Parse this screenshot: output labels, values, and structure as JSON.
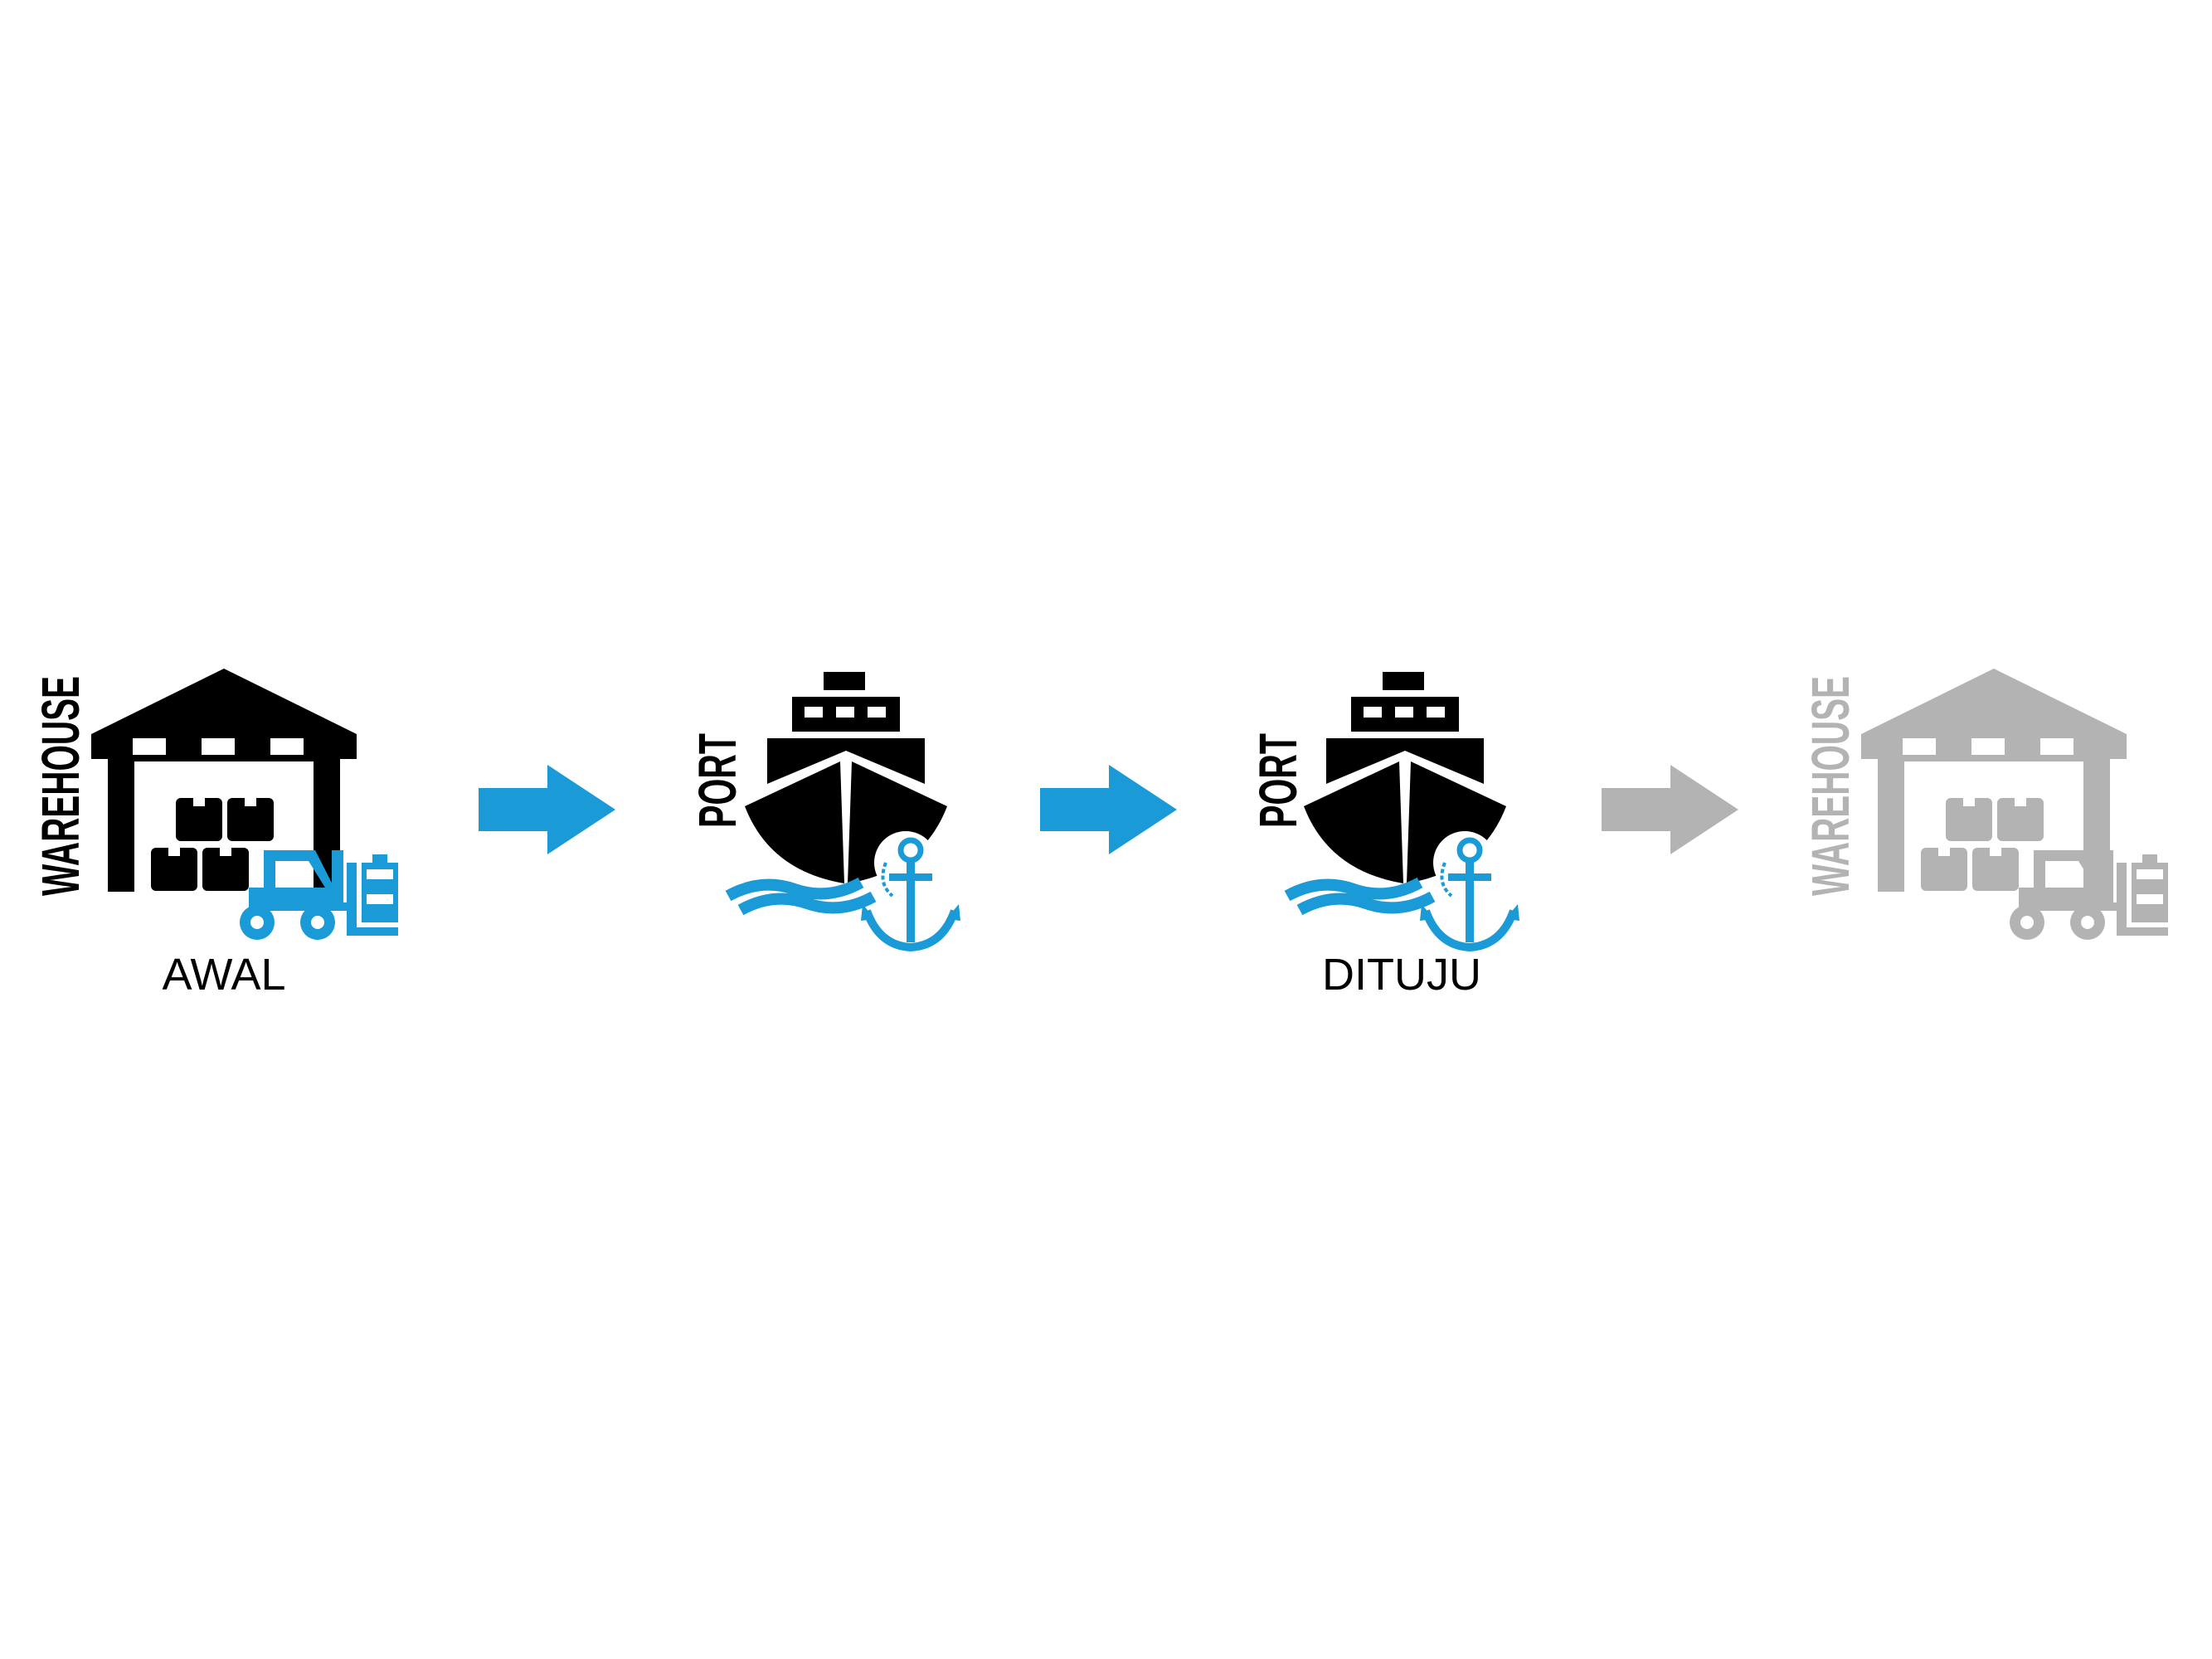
{
  "colors": {
    "dark": "#000000",
    "accent": "#1a9ad6",
    "muted": "#b3b3b3",
    "background": "#ffffff"
  },
  "nodes": [
    {
      "type": "warehouse",
      "vertical_label": "WAREHOUSE",
      "caption": "AWAL",
      "icon": "warehouse-forklift-icon",
      "state": "active"
    },
    {
      "type": "port",
      "vertical_label": "PORT",
      "caption": "",
      "icon": "ship-anchor-icon",
      "state": "active"
    },
    {
      "type": "port",
      "vertical_label": "PORT",
      "caption": "DITUJU",
      "icon": "ship-anchor-icon",
      "state": "active"
    },
    {
      "type": "warehouse",
      "vertical_label": "WAREHOUSE",
      "caption": "",
      "icon": "warehouse-forklift-icon",
      "state": "inactive"
    }
  ],
  "arrows": [
    {
      "state": "active",
      "icon": "arrow-right-icon"
    },
    {
      "state": "active",
      "icon": "arrow-right-icon"
    },
    {
      "state": "inactive",
      "icon": "arrow-right-icon"
    }
  ]
}
